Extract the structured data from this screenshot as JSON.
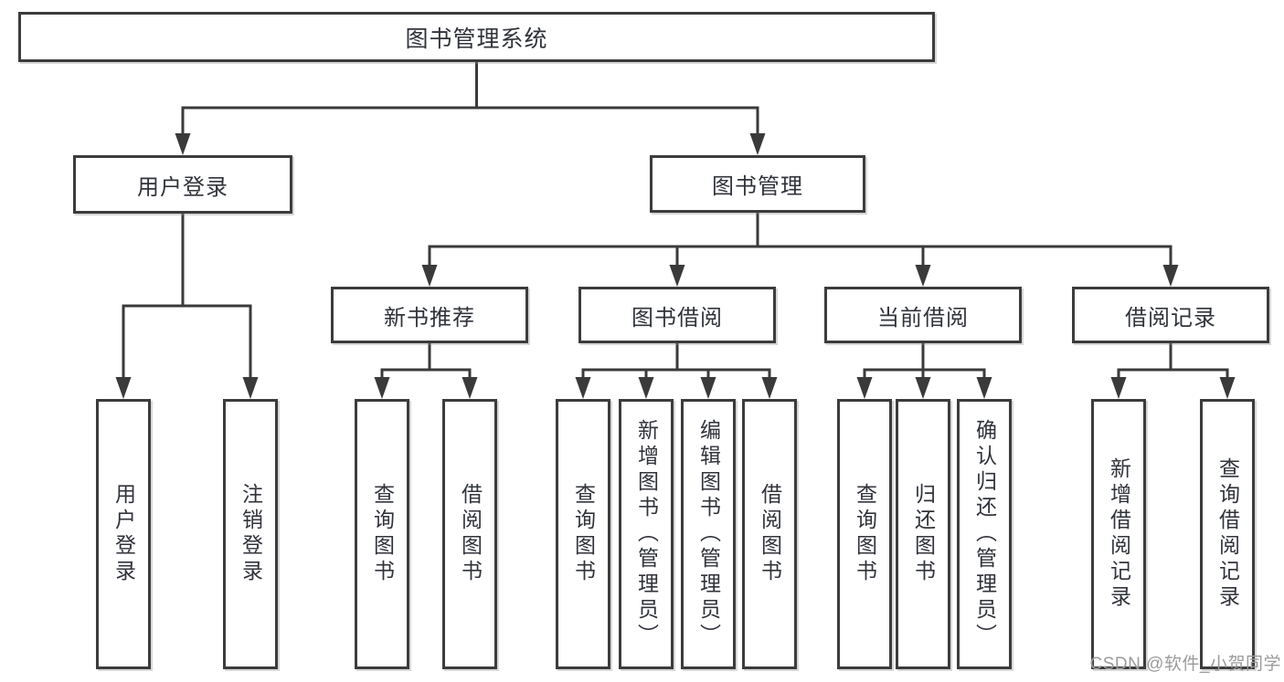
{
  "diagram": {
    "title_hint": "library-management-system-function-tree",
    "root": {
      "label": "图书管理系统"
    },
    "level2": [
      {
        "id": "user-login",
        "label": "用户登录"
      },
      {
        "id": "book-management",
        "label": "图书管理"
      }
    ],
    "level3": [
      {
        "id": "new-book-recommend",
        "label": "新书推荐"
      },
      {
        "id": "book-borrowing",
        "label": "图书借阅"
      },
      {
        "id": "current-borrowing",
        "label": "当前借阅"
      },
      {
        "id": "borrowing-records",
        "label": "借阅记录"
      }
    ],
    "leaves": [
      {
        "id": "user-login-leaf",
        "parent": "用户登录",
        "label": "用户登录"
      },
      {
        "id": "logout",
        "parent": "用户登录",
        "label": "注销登录"
      },
      {
        "id": "query-books-recommend",
        "parent": "新书推荐",
        "label": "查询图书"
      },
      {
        "id": "borrow-books-recommend",
        "parent": "新书推荐",
        "label": "借阅图书"
      },
      {
        "id": "query-books",
        "parent": "图书借阅",
        "label": "查询图书"
      },
      {
        "id": "add-books-admin",
        "parent": "图书借阅",
        "label": "新增图书（管理员）"
      },
      {
        "id": "edit-books-admin",
        "parent": "图书借阅",
        "label": "编辑图书（管理员）"
      },
      {
        "id": "borrow-books",
        "parent": "图书借阅",
        "label": "借阅图书"
      },
      {
        "id": "query-books-current",
        "parent": "当前借阅",
        "label": "查询图书"
      },
      {
        "id": "return-books",
        "parent": "当前借阅",
        "label": "归还图书"
      },
      {
        "id": "confirm-return-admin",
        "parent": "当前借阅",
        "label": "确认归还（管理员）"
      },
      {
        "id": "add-borrow-record",
        "parent": "借阅记录",
        "label": "新增借阅记录"
      },
      {
        "id": "query-borrow-record",
        "parent": "借阅记录",
        "label": "查询借阅记录"
      }
    ]
  },
  "watermark": {
    "text": "CSDN @软件_小贺同学"
  },
  "colors": {
    "background": "#ffffff",
    "box_border": "#3c3c3c",
    "connector_line": "#3a3a3a",
    "text": "#30333a",
    "watermark_text": "#9b9b9b"
  }
}
